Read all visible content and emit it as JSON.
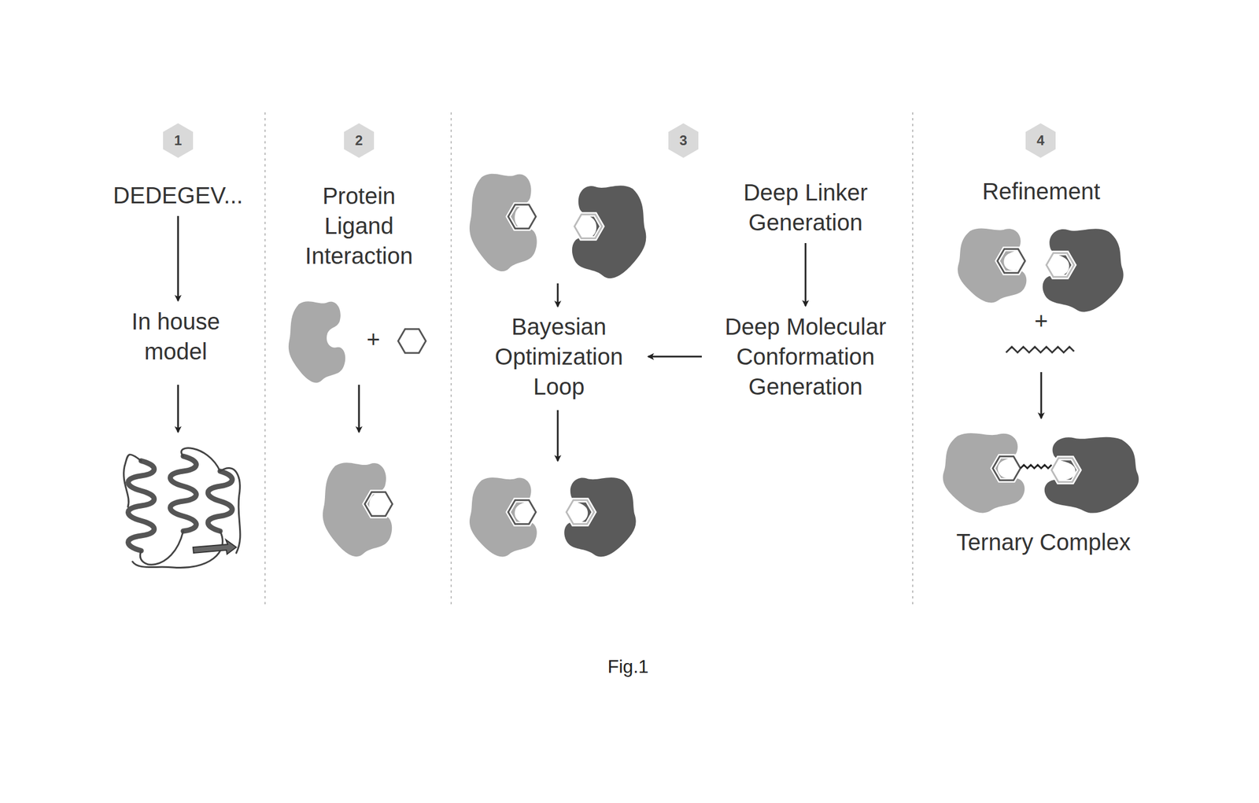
{
  "diagram": {
    "caption": "Fig.1",
    "nodes": [
      {
        "text": [
          "1"
        ]
      },
      {
        "text": [
          "DEDEGEV..."
        ]
      },
      {
        "text": [
          "In house model"
        ]
      },
      {
        "text": [
          "2"
        ]
      },
      {
        "text": [
          "Protein Ligand Interaction"
        ]
      },
      {
        "text": [
          "3"
        ]
      },
      {
        "text": [
          "Deep Linker Generation"
        ]
      },
      {
        "text": [
          "Deep Molecular Conformation Generation"
        ]
      },
      {
        "text": [
          "Bayesian Optimization Loop"
        ]
      },
      {
        "text": [
          "4"
        ]
      },
      {
        "text": [
          "Refinement"
        ]
      },
      {
        "text": [
          "Ternary Complex"
        ]
      }
    ],
    "edges": [
      {
        "from": 1,
        "to": 2,
        "arrow": "to"
      },
      {
        "from": 6,
        "to": 7,
        "arrow": "to"
      },
      {
        "from": 7,
        "to": 8,
        "arrow": "to"
      }
    ],
    "labels": [
      "+",
      "+"
    ]
  }
}
